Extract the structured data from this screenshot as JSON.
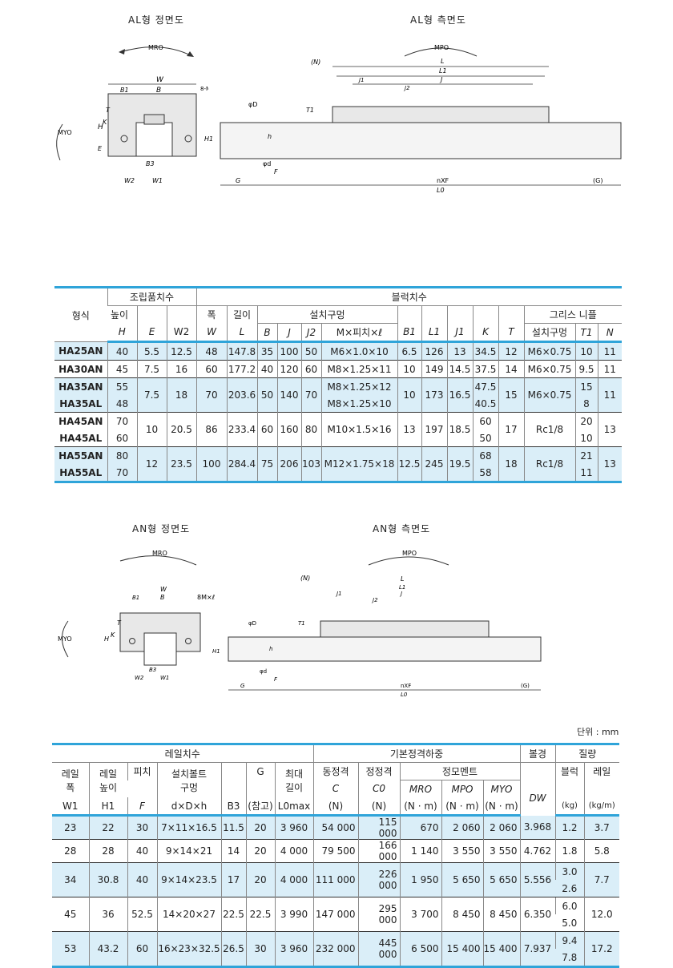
{
  "figures": {
    "al_front": "AL형 정면도",
    "al_side": "AL형 측면도",
    "an_front": "AN형 정면도",
    "an_side": "AN형 측면도"
  },
  "diagram_labels": {
    "mro": "MRO",
    "mpo": "MPO",
    "myo": "MYO",
    "w": "W",
    "b": "B",
    "b1": "B1",
    "b3": "B3",
    "w1": "W1",
    "w2": "W2",
    "h": "H",
    "h1": "H1",
    "k": "K",
    "e": "E",
    "t": "T",
    "t1": "T1",
    "hole": "8-M×ℓ",
    "hole_an": "8M×ℓ",
    "phiD": "φD",
    "phid": "φd",
    "small_h": "h",
    "f": "F",
    "g": "G",
    "nxf": "nXF",
    "g_paren": "(G)",
    "l0": "L0",
    "n": "(N)",
    "l": "L",
    "l1": "L1",
    "j": "J",
    "j1": "J1",
    "j2": "J2"
  },
  "table1": {
    "headers": {
      "model": "형식",
      "assembly": "조립품치수",
      "block": "블럭치수",
      "height": "높이",
      "width": "폭",
      "length": "길이",
      "mounting": "설치구멍",
      "grease": "그리스 니플",
      "sym_H": "H",
      "sym_E": "E",
      "sym_W2": "W2",
      "sym_W": "W",
      "sym_L": "L",
      "sym_B": "B",
      "sym_J": "J",
      "sym_J2": "J2",
      "sym_Mpitch": "M×피치×ℓ",
      "sym_B1": "B1",
      "sym_L1": "L1",
      "sym_J1": "J1",
      "sym_K": "K",
      "sym_T": "T",
      "sym_hole": "설치구멍",
      "sym_T1": "T1",
      "sym_N": "N"
    },
    "rows": [
      {
        "model": "HA25AN",
        "H": "40",
        "E": "5.5",
        "W2": "12.5",
        "W": "48",
        "L": "147.8",
        "B": "35",
        "J": "100",
        "J2": "50",
        "M": "M6×1.0×10",
        "B1": "6.5",
        "L1": "126",
        "J1": "13",
        "K": "34.5",
        "T": "12",
        "hole": "M6×0.75",
        "T1": "10",
        "N": "11"
      },
      {
        "model": "HA30AN",
        "H": "45",
        "E": "7.5",
        "W2": "16",
        "W": "60",
        "L": "177.2",
        "B": "40",
        "J": "120",
        "J2": "60",
        "M": "M8×1.25×11",
        "B1": "10",
        "L1": "149",
        "J1": "14.5",
        "K": "37.5",
        "T": "14",
        "hole": "M6×0.75",
        "T1": "9.5",
        "N": "11"
      },
      {
        "model": "HA35AN",
        "model2": "HA35AL",
        "H": "55",
        "H2": "48",
        "E": "7.5",
        "W2": "18",
        "W": "70",
        "L": "203.6",
        "B": "50",
        "J": "140",
        "J2": "70",
        "M": "M8×1.25×12",
        "M2": "M8×1.25×10",
        "B1": "10",
        "L1": "173",
        "J1": "16.5",
        "K": "47.5",
        "K2": "40.5",
        "T": "15",
        "hole": "M6×0.75",
        "T1": "15",
        "T12": "8",
        "N": "11"
      },
      {
        "model": "HA45AN",
        "model2": "HA45AL",
        "H": "70",
        "H2": "60",
        "E": "10",
        "W2": "20.5",
        "W": "86",
        "L": "233.4",
        "B": "60",
        "J": "160",
        "J2": "80",
        "M": "M10×1.5×16",
        "B1": "13",
        "L1": "197",
        "J1": "18.5",
        "K": "60",
        "K2": "50",
        "T": "17",
        "hole": "Rc1/8",
        "T1": "20",
        "T12": "10",
        "N": "13"
      },
      {
        "model": "HA55AN",
        "model2": "HA55AL",
        "H": "80",
        "H2": "70",
        "E": "12",
        "W2": "23.5",
        "W": "100",
        "L": "284.4",
        "B": "75",
        "J": "206",
        "J2": "103",
        "M": "M12×1.75×18",
        "B1": "12.5",
        "L1": "245",
        "J1": "19.5",
        "K": "68",
        "K2": "58",
        "T": "18",
        "hole": "Rc1/8",
        "T1": "21",
        "T12": "11",
        "N": "13"
      }
    ]
  },
  "unit_label": "단위 : mm",
  "table2": {
    "headers": {
      "rail_dims": "레일치수",
      "load": "기본정격하중",
      "ball": "볼경",
      "mass": "질량",
      "rail_width": "레일\n폭",
      "rail_height": "레일\n높이",
      "pitch": "피치",
      "bolt": "설치볼트\n구멍",
      "g": "G",
      "maxlen": "최대\n길이",
      "dynamic": "동정격",
      "static": "정정격",
      "moment": "정모멘트",
      "block": "블럭",
      "rail": "레일",
      "sym_W1": "W1",
      "sym_H1": "H1",
      "sym_F": "F",
      "sym_dDh": "d×D×h",
      "sym_B3": "B3",
      "sym_ref": "(참고)",
      "sym_L0max": "L0max",
      "sym_C": "C",
      "sym_C0": "C0",
      "sym_MRO": "MRO",
      "sym_MPO": "MPO",
      "sym_MYO": "MYO",
      "sym_DW": "DW",
      "u_N": "(N)",
      "u_Nm": "(N · m)",
      "u_kg": "(kg)",
      "u_kgm": "(kg/m)"
    },
    "rows": [
      {
        "W1": "23",
        "H1": "22",
        "F": "30",
        "dDh": "7×11×16.5",
        "B3": "11.5",
        "G": "20",
        "L0": "3 960",
        "C": "54 000",
        "C0": "115 000",
        "MRO": "670",
        "MPO": "2 060",
        "MYO": "2 060",
        "DW": "3.968",
        "block": "1.2",
        "rail": "3.7"
      },
      {
        "W1": "28",
        "H1": "28",
        "F": "40",
        "dDh": "9×14×21",
        "B3": "14",
        "G": "20",
        "L0": "4 000",
        "C": "79 500",
        "C0": "166 000",
        "MRO": "1 140",
        "MPO": "3 550",
        "MYO": "3 550",
        "DW": "4.762",
        "block": "1.8",
        "rail": "5.8"
      },
      {
        "W1": "34",
        "H1": "30.8",
        "F": "40",
        "dDh": "9×14×23.5",
        "B3": "17",
        "G": "20",
        "L0": "4 000",
        "C": "111 000",
        "C0": "226 000",
        "MRO": "1 950",
        "MPO": "5 650",
        "MYO": "5 650",
        "DW": "5.556",
        "block": "3.0",
        "block2": "2.6",
        "rail": "7.7"
      },
      {
        "W1": "45",
        "H1": "36",
        "F": "52.5",
        "dDh": "14×20×27",
        "B3": "22.5",
        "G": "22.5",
        "L0": "3 990",
        "C": "147 000",
        "C0": "295 000",
        "MRO": "3 700",
        "MPO": "8 450",
        "MYO": "8 450",
        "DW": "6.350",
        "block": "6.0",
        "block2": "5.0",
        "rail": "12.0"
      },
      {
        "W1": "53",
        "H1": "43.2",
        "F": "60",
        "dDh": "16×23×32.5",
        "B3": "26.5",
        "G": "30",
        "L0": "3 960",
        "C": "232 000",
        "C0": "445 000",
        "MRO": "6 500",
        "MPO": "15 400",
        "MYO": "15 400",
        "DW": "7.937",
        "block": "9.4",
        "block2": "7.8",
        "rail": "17.2"
      }
    ]
  }
}
